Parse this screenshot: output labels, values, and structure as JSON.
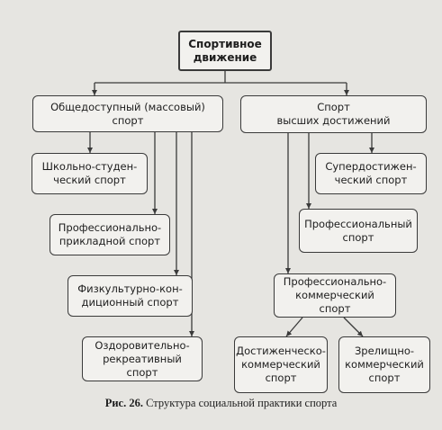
{
  "nodes": {
    "root": "Спортивное\nдвижение",
    "mass": "Общедоступный (массовый)\nспорт",
    "elite": "Спорт\nвысших достижений",
    "school": "Школьно-студен-\nческий спорт",
    "prof_applied": "Профессионально-\nприкладной спорт",
    "fitness": "Физкультурно-кон-\nдиционный спорт",
    "health": "Оздоровительно-\nрекреативный спорт",
    "super": "Супердостижен-\nческий спорт",
    "professional": "Профессиональный\nспорт",
    "prof_commercial": "Профессионально-\nкоммерческий спорт",
    "achievement_commercial": "Достиженческо-\nкоммерческий\nспорт",
    "spectacle_commercial": "Зрелищно-\nкоммерческий\nспорт"
  },
  "caption": {
    "label": "Рис. 26.",
    "text": "Структура социальной практики спорта"
  },
  "colors": {
    "background": "#e6e5e1",
    "box_fill": "#f2f1ee",
    "line": "#3a3a3a"
  }
}
